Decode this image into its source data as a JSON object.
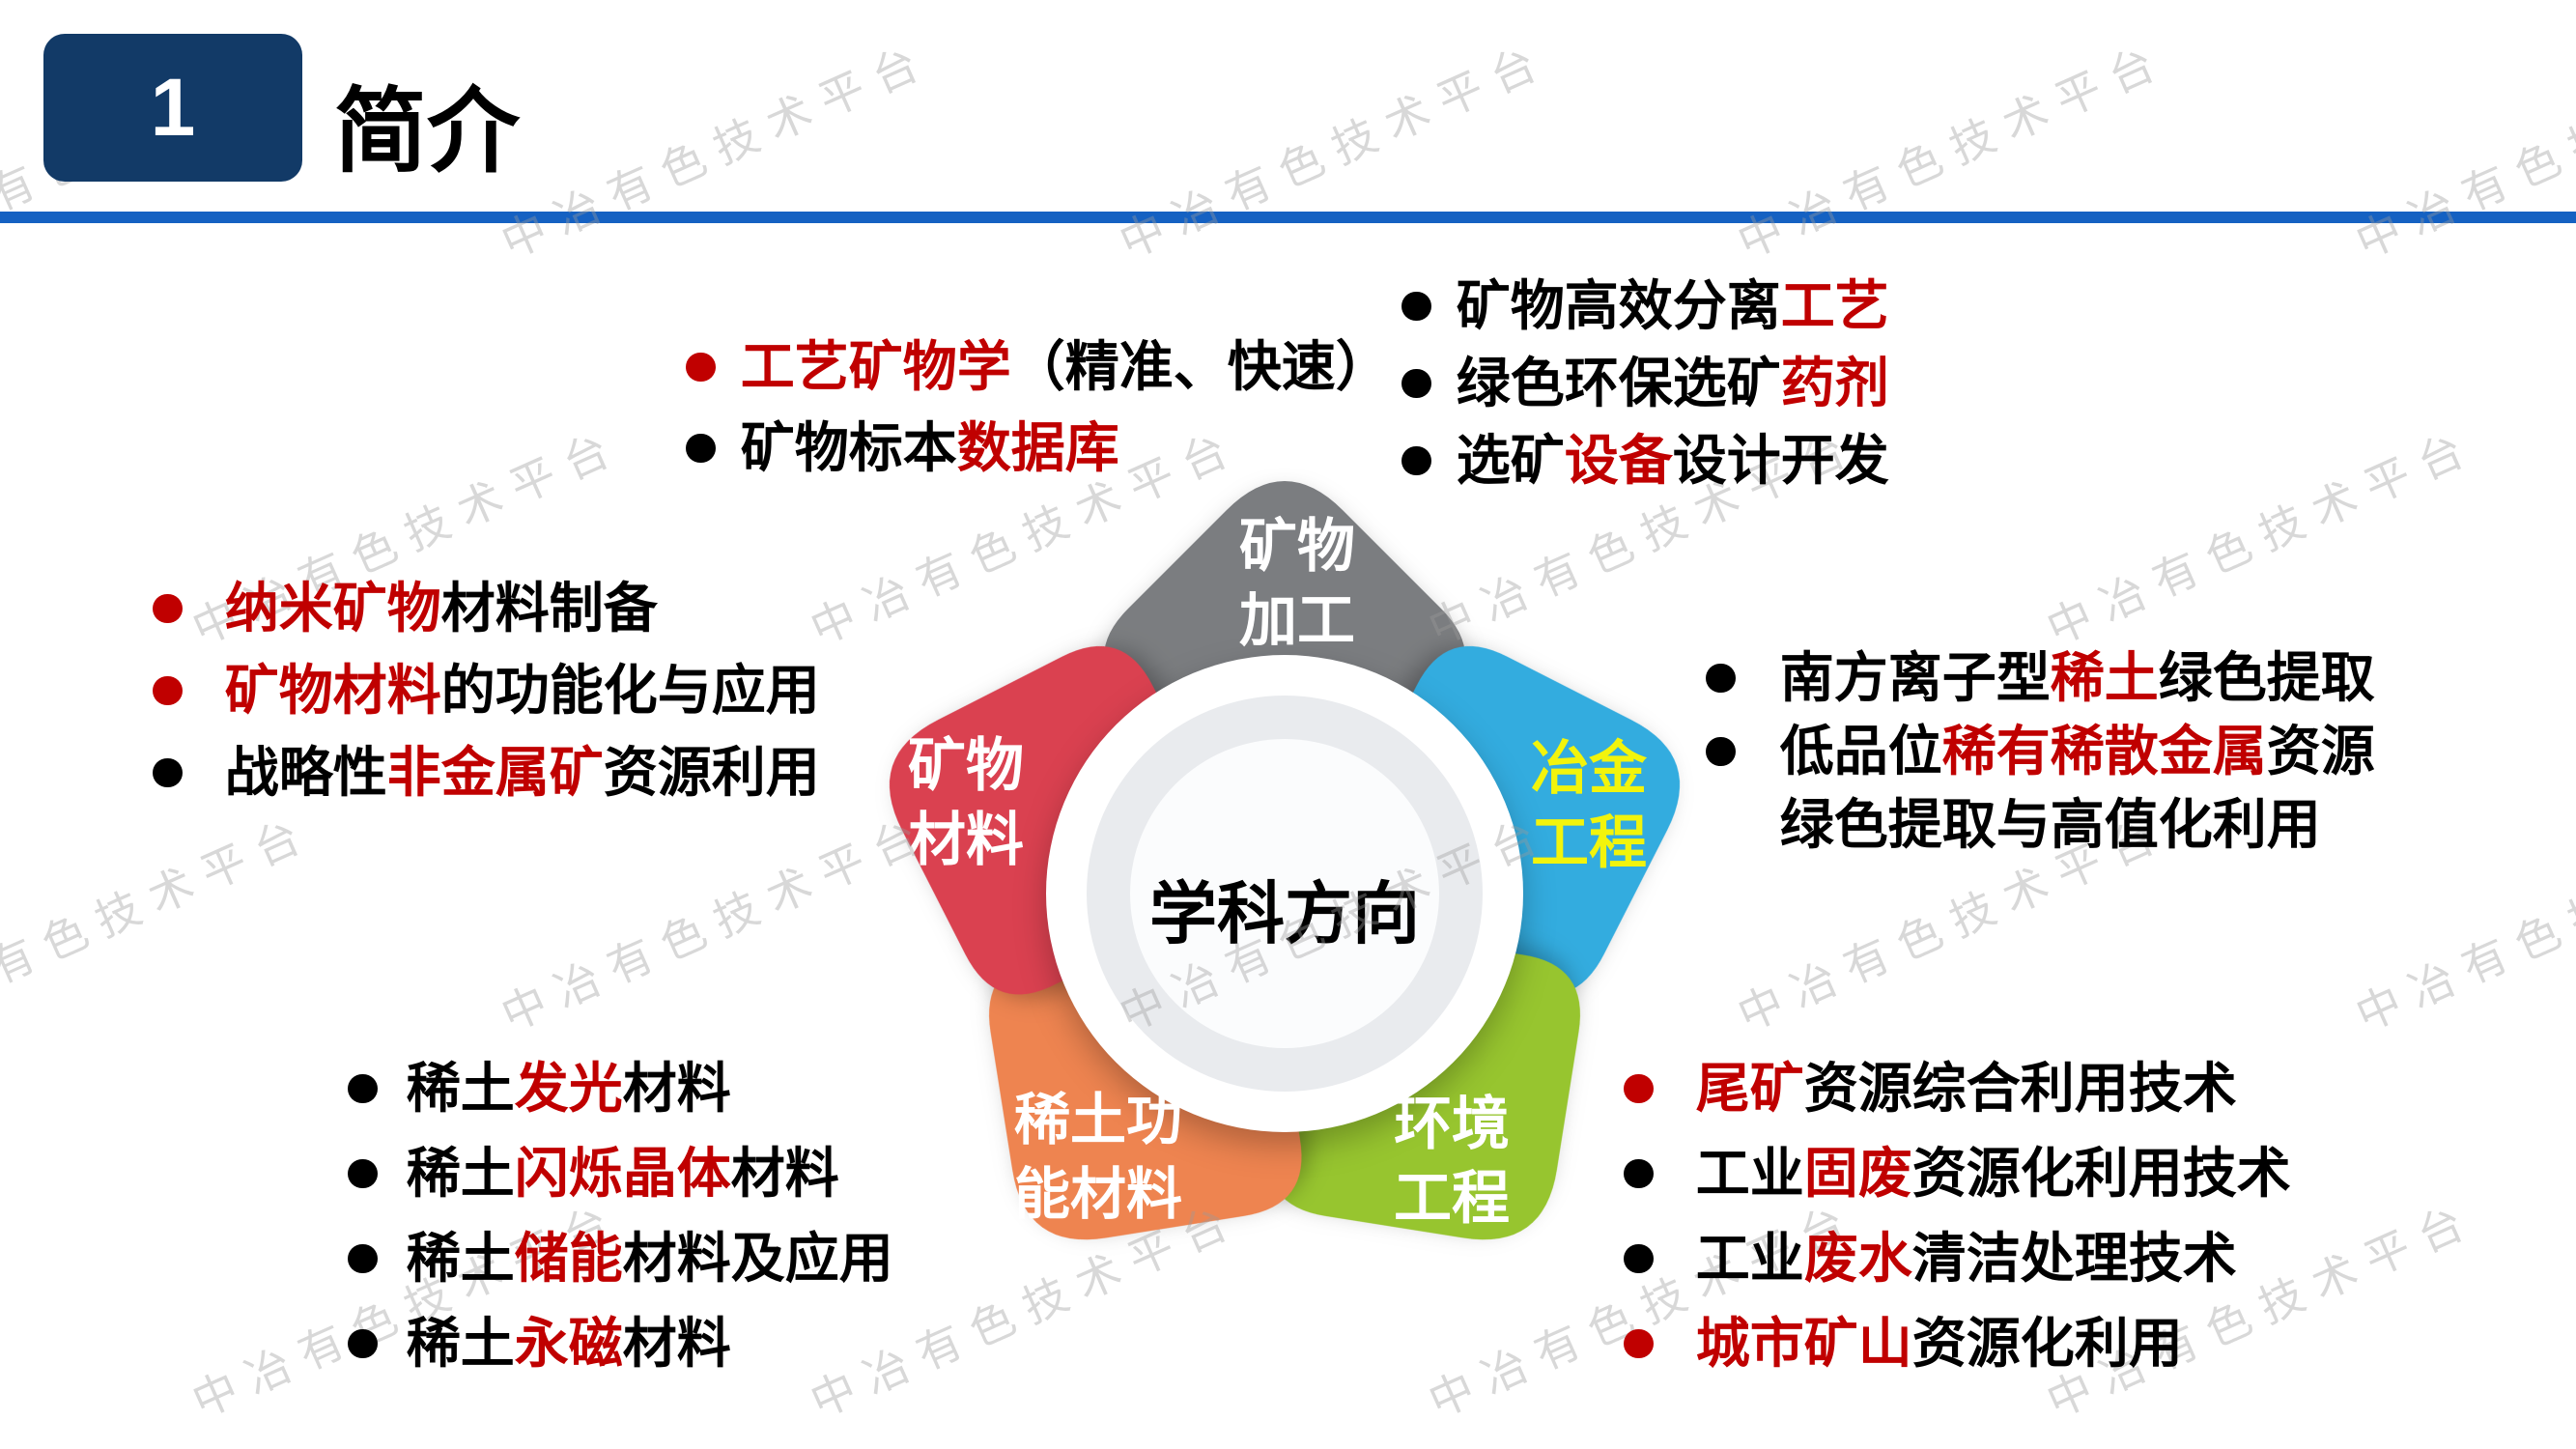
{
  "header": {
    "number": "1",
    "title": "简介"
  },
  "watermark": {
    "text": "中冶有色技术平台"
  },
  "colors": {
    "accent_red": "#C00000",
    "header_navy": "#123A67",
    "divider_blue": "#1561C2",
    "watermark_gray": "#9B9B9B"
  },
  "diagram": {
    "center_label": "学科方向",
    "petals": [
      {
        "label": "矿物加工",
        "lines": [
          "矿物",
          "加工"
        ],
        "color": "#7B7D80",
        "text_color": "#FFFFFF",
        "position": "top"
      },
      {
        "label": "冶金工程",
        "lines": [
          "冶金",
          "工程"
        ],
        "color": "#33ACDF",
        "text_color": "#F2F40C",
        "position": "right"
      },
      {
        "label": "环境工程",
        "lines": [
          "环境",
          "工程"
        ],
        "color": "#97C52F",
        "text_color": "#FFFFFF",
        "position": "bottom-right"
      },
      {
        "label": "稀土功能材料",
        "lines": [
          "稀土功",
          "能材料"
        ],
        "color": "#EE8450",
        "text_color": "#FFFFFF",
        "position": "bottom-left"
      },
      {
        "label": "矿物材料",
        "lines": [
          "矿物",
          "材料"
        ],
        "color": "#DA4150",
        "text_color": "#FFFFFF",
        "position": "left"
      }
    ]
  },
  "lists": {
    "mineral_processing_left": {
      "items": [
        {
          "bullet": "red",
          "segments": [
            {
              "text": "工艺矿物学",
              "color": "red"
            },
            {
              "text": "（精准、快速）",
              "color": "black"
            }
          ]
        },
        {
          "bullet": "black",
          "segments": [
            {
              "text": "矿物标本",
              "color": "black"
            },
            {
              "text": "数据库",
              "color": "red"
            }
          ]
        }
      ]
    },
    "mineral_processing_right": {
      "items": [
        {
          "bullet": "black",
          "segments": [
            {
              "text": "矿物高效分离",
              "color": "black"
            },
            {
              "text": "工艺",
              "color": "red"
            }
          ]
        },
        {
          "bullet": "black",
          "segments": [
            {
              "text": "绿色环保选矿",
              "color": "black"
            },
            {
              "text": "药剂",
              "color": "red"
            }
          ]
        },
        {
          "bullet": "black",
          "segments": [
            {
              "text": "选矿",
              "color": "black"
            },
            {
              "text": "设备",
              "color": "red"
            },
            {
              "text": "设计开发",
              "color": "black"
            }
          ]
        }
      ]
    },
    "mineral_materials": {
      "items": [
        {
          "bullet": "red",
          "segments": [
            {
              "text": "纳米矿物",
              "color": "red"
            },
            {
              "text": "材料制备",
              "color": "black"
            }
          ]
        },
        {
          "bullet": "red",
          "segments": [
            {
              "text": "矿物材料",
              "color": "red"
            },
            {
              "text": "的功能化与应用",
              "color": "black"
            }
          ]
        },
        {
          "bullet": "black",
          "segments": [
            {
              "text": "战略性",
              "color": "black"
            },
            {
              "text": "非金属矿",
              "color": "red"
            },
            {
              "text": "资源利用",
              "color": "black"
            }
          ]
        }
      ]
    },
    "metallurgy": {
      "items": [
        {
          "bullet": "black",
          "segments": [
            {
              "text": "南方离子型",
              "color": "black"
            },
            {
              "text": "稀土",
              "color": "red"
            },
            {
              "text": "绿色提取",
              "color": "black"
            }
          ]
        },
        {
          "bullet": "black",
          "segments": [
            {
              "text": "低品位",
              "color": "black"
            },
            {
              "text": "稀有稀散金属",
              "color": "red"
            },
            {
              "text": "资源",
              "color": "black"
            }
          ]
        },
        {
          "bullet": "none",
          "segments": [
            {
              "text": "绿色提取与高值化利用",
              "color": "black"
            }
          ]
        }
      ]
    },
    "rare_earth": {
      "items": [
        {
          "bullet": "black",
          "segments": [
            {
              "text": "稀土",
              "color": "black"
            },
            {
              "text": "发光",
              "color": "red"
            },
            {
              "text": "材料",
              "color": "black"
            }
          ]
        },
        {
          "bullet": "black",
          "segments": [
            {
              "text": "稀土",
              "color": "black"
            },
            {
              "text": "闪烁晶体",
              "color": "red"
            },
            {
              "text": "材料",
              "color": "black"
            }
          ]
        },
        {
          "bullet": "black",
          "segments": [
            {
              "text": "稀土",
              "color": "black"
            },
            {
              "text": "储能",
              "color": "red"
            },
            {
              "text": "材料及应用",
              "color": "black"
            }
          ]
        },
        {
          "bullet": "black",
          "segments": [
            {
              "text": "稀土",
              "color": "black"
            },
            {
              "text": "永磁",
              "color": "red"
            },
            {
              "text": "材料",
              "color": "black"
            }
          ]
        }
      ]
    },
    "environment": {
      "items": [
        {
          "bullet": "red",
          "segments": [
            {
              "text": "尾矿",
              "color": "red"
            },
            {
              "text": "资源综合利用技术",
              "color": "black"
            }
          ]
        },
        {
          "bullet": "black",
          "segments": [
            {
              "text": "工业",
              "color": "black"
            },
            {
              "text": "固废",
              "color": "red"
            },
            {
              "text": "资源化利用技术",
              "color": "black"
            }
          ]
        },
        {
          "bullet": "black",
          "segments": [
            {
              "text": "工业",
              "color": "black"
            },
            {
              "text": "废水",
              "color": "red"
            },
            {
              "text": "清洁处理技术",
              "color": "black"
            }
          ]
        },
        {
          "bullet": "red",
          "segments": [
            {
              "text": "城市矿山",
              "color": "red"
            },
            {
              "text": "资源化利用",
              "color": "black"
            }
          ]
        }
      ]
    }
  }
}
